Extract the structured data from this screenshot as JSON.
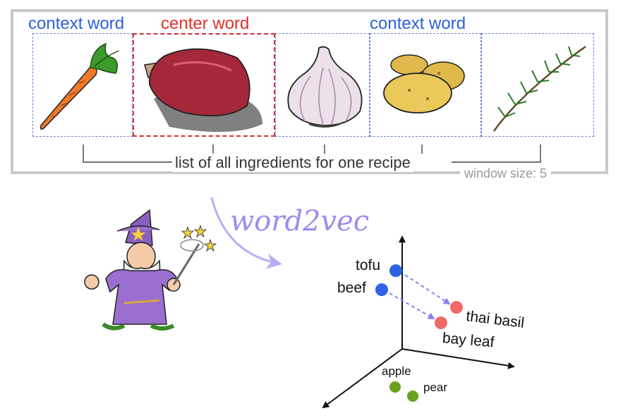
{
  "top_panel": {
    "context_label_left": "context word",
    "center_label": "center word",
    "context_label_right": "context word",
    "caption": "list of all ingredients for one recipe",
    "window_size": "window size: 5",
    "ingredients": [
      {
        "icon": "carrot-icon"
      },
      {
        "icon": "meat-icon"
      },
      {
        "icon": "garlic-icon"
      },
      {
        "icon": "potato-icon"
      },
      {
        "icon": "rosemary-icon"
      }
    ]
  },
  "title": "word2vec",
  "embedding": {
    "points": [
      {
        "label": "tofu",
        "color": "#2f63e6"
      },
      {
        "label": "beef",
        "color": "#2f63e6"
      },
      {
        "label": "thai basil",
        "color": "#f06a6a"
      },
      {
        "label": "bay leaf",
        "color": "#f06a6a"
      },
      {
        "label": "apple",
        "color": "#6aa020"
      },
      {
        "label": "pear",
        "color": "#6aa020"
      }
    ],
    "arrow_color": "#8d7ff0"
  },
  "colors": {
    "context": "#2c5fe0",
    "center": "#e0312a",
    "frame": "#c9c9c9",
    "arrow": "#b9aef5"
  }
}
